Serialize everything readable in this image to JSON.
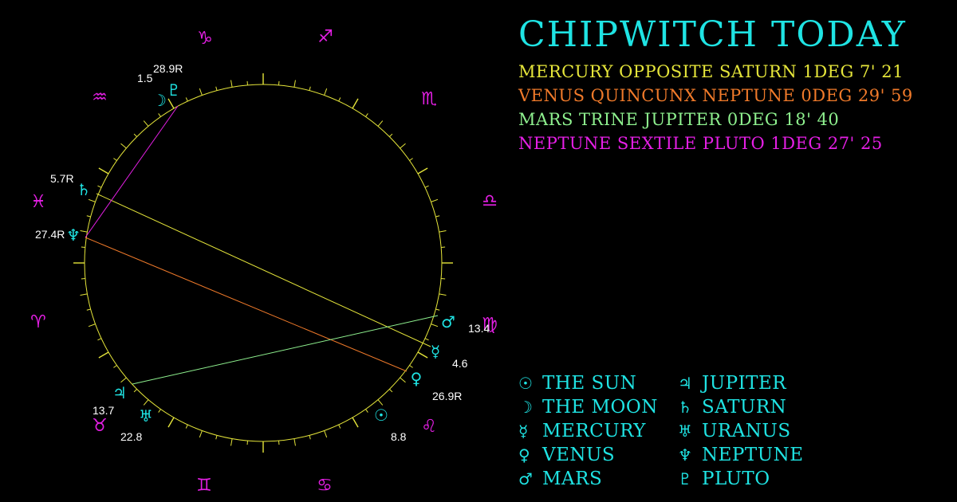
{
  "title": "CHIPWITCH TODAY",
  "colors": {
    "background": "#000000",
    "title": "#1fe3e3",
    "zodiac_glyph": "#e51fe5",
    "planet_glyph": "#1fe3e3",
    "wheel": "#e5e53a",
    "degree_text": "#ffffff"
  },
  "aspects": [
    {
      "text": "MERCURY OPPOSITE SATURN 1DEG 7' 21",
      "color": "#e5e53a"
    },
    {
      "text": "VENUS QUINCUNX NEPTUNE 0DEG 29' 59",
      "color": "#f07a2a"
    },
    {
      "text": "MARS TRINE JUPITER 0DEG 18' 40",
      "color": "#8ef08e"
    },
    {
      "text": "NEPTUNE SEXTILE PLUTO 1DEG 27' 25",
      "color": "#e51fe5"
    }
  ],
  "zodiac": [
    {
      "name": "capricorn-icon",
      "glyph": "♑"
    },
    {
      "name": "sagittarius-icon",
      "glyph": "♐"
    },
    {
      "name": "scorpio-icon",
      "glyph": "♏"
    },
    {
      "name": "libra-icon",
      "glyph": "♎"
    },
    {
      "name": "virgo-icon",
      "glyph": "♍"
    },
    {
      "name": "leo-icon",
      "glyph": "♌"
    },
    {
      "name": "cancer-icon",
      "glyph": "♋"
    },
    {
      "name": "gemini-icon",
      "glyph": "♊"
    },
    {
      "name": "taurus-icon",
      "glyph": "♉"
    },
    {
      "name": "aries-icon",
      "glyph": "♈"
    },
    {
      "name": "pisces-icon",
      "glyph": "♓"
    },
    {
      "name": "aquarius-icon",
      "glyph": "♒"
    }
  ],
  "planets": [
    {
      "name": "pluto-icon",
      "glyph": "♇",
      "label": "28.9R"
    },
    {
      "name": "moon-icon",
      "glyph": "☽",
      "label": "1.5"
    },
    {
      "name": "saturn-icon",
      "glyph": "♄",
      "label": "5.7R"
    },
    {
      "name": "neptune-icon",
      "glyph": "♆",
      "label": "27.4R"
    },
    {
      "name": "mars-icon",
      "glyph": "♂",
      "label": "13.4"
    },
    {
      "name": "mercury-icon",
      "glyph": "☿",
      "label": "4.6"
    },
    {
      "name": "venus-icon",
      "glyph": "♀",
      "label": "26.9R"
    },
    {
      "name": "sun-icon",
      "glyph": "☉",
      "label": "8.8"
    },
    {
      "name": "jupiter-icon",
      "glyph": "♃",
      "label": "13.7"
    },
    {
      "name": "uranus-icon",
      "glyph": "♅",
      "label": "22.8"
    }
  ],
  "legend": [
    {
      "glyph": "☉",
      "label": "THE SUN",
      "icon": "sun-icon"
    },
    {
      "glyph": "☽",
      "label": "THE MOON",
      "icon": "moon-icon"
    },
    {
      "glyph": "☿",
      "label": "MERCURY",
      "icon": "mercury-icon"
    },
    {
      "glyph": "♀",
      "label": "VENUS",
      "icon": "venus-icon"
    },
    {
      "glyph": "♂",
      "label": "MARS",
      "icon": "mars-icon"
    },
    {
      "glyph": "♃",
      "label": "JUPITER",
      "icon": "jupiter-icon"
    },
    {
      "glyph": "♄",
      "label": "SATURN",
      "icon": "saturn-icon"
    },
    {
      "glyph": "♅",
      "label": "URANUS",
      "icon": "uranus-icon"
    },
    {
      "glyph": "♆",
      "label": "NEPTUNE",
      "icon": "neptune-icon"
    },
    {
      "glyph": "♇",
      "label": "PLUTO",
      "icon": "pluto-icon"
    }
  ]
}
